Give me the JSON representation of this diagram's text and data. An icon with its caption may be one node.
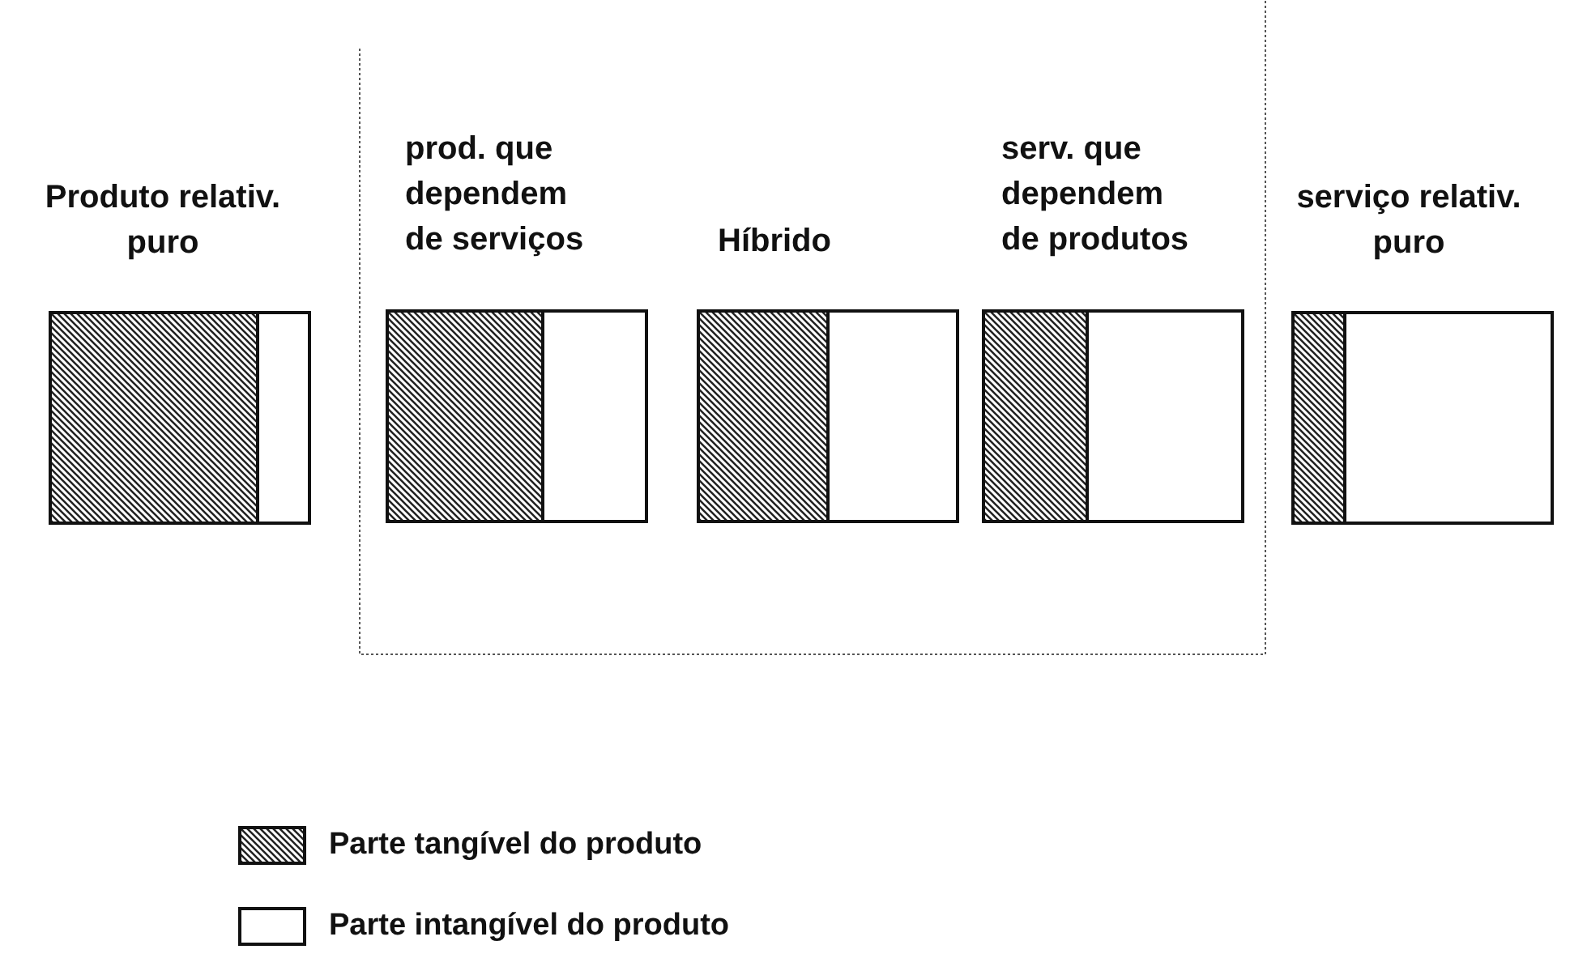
{
  "diagram": {
    "nodes": [
      {
        "text": [
          "Produto relativ. puro"
        ]
      },
      {
        "text": [],
        "shape": "box"
      },
      {
        "text": [
          "prod. que dependem de serviços"
        ],
        "in": 1
      },
      {
        "text": [
          "Híbrido"
        ],
        "in": 1
      },
      {
        "text": [
          "serv. que dependem de produtos"
        ],
        "in": 1
      },
      {
        "text": [
          "serviço relativ. puro"
        ]
      }
    ],
    "legend": [
      {
        "text": "Parte tangível do produto"
      },
      {
        "text": "Parte intangível do produto"
      }
    ]
  }
}
